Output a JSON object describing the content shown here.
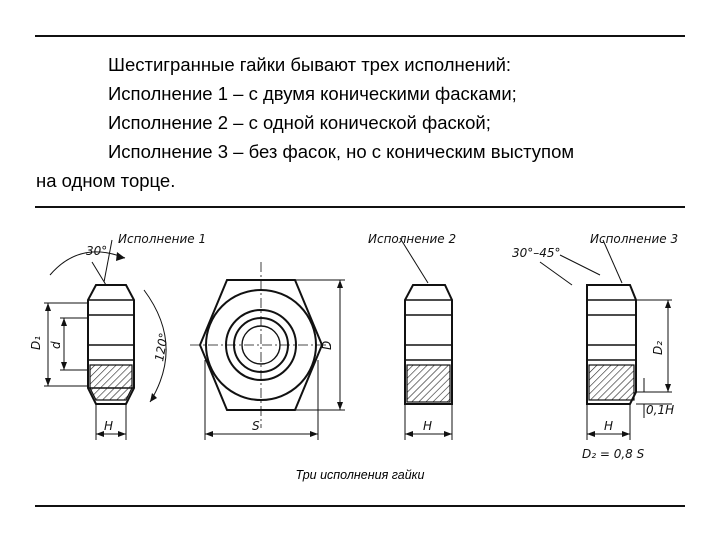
{
  "text": {
    "line1": "Шестигранные гайки бывают трех исполнений:",
    "line2": "Исполнение 1 – с двумя коническими фасками;",
    "line3": "Исполнение 2 – с одной конической фаской;",
    "line4a": "Исполнение 3 – без фасок, но с коническим выступом",
    "line4b": "на одном торце."
  },
  "drawing": {
    "v1_title": "Исполнение 1",
    "v2_title": "Исполнение 2",
    "v3_title": "Исполнение 3",
    "angle_30": "30°",
    "angle_30_45": "30°–45°",
    "angle_120": "120°",
    "dim_D1": "D₁",
    "dim_d": "d",
    "dim_D": "D",
    "dim_D2": "D₂",
    "dim_H": "H",
    "dim_S": "S",
    "dim_01H": "0,1H",
    "dim_D2_eq": "D₂ = 0,8 S"
  },
  "caption": "Три исполнения гайки"
}
